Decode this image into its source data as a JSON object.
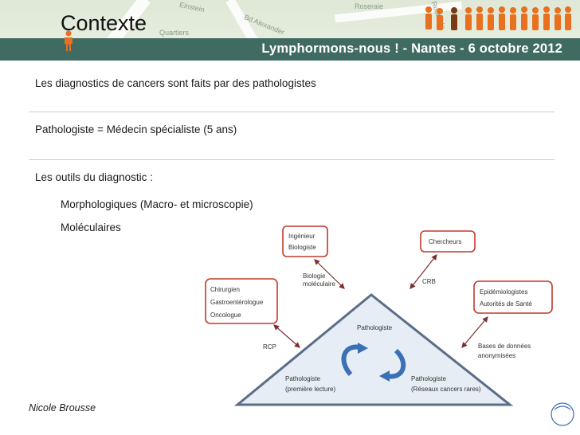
{
  "header": {
    "map_labels": [
      "Roseraie",
      "Einstein",
      "Bd Alexander",
      "Quartiers",
      "Route de"
    ],
    "slide_title": "Contexte",
    "banner": "Lymphormons-nous ! - Nantes - 6 octobre 2012",
    "accent_color": "#e8701e",
    "banner_color": "#3f6b62"
  },
  "body": {
    "line1": "Les diagnostics de cancers sont faits par des pathologistes",
    "line2": "Pathologiste = Médecin spécialiste (5 ans)",
    "line3": "Les outils du diagnostic :",
    "line4": "Morphologiques (Macro- et microscopie)",
    "line5": "Moléculaires"
  },
  "diagram": {
    "box_ingenieur": [
      "Ingénieur",
      "Biologiste"
    ],
    "box_chercheurs": "Chercheurs",
    "box_chirurgien": [
      "Chirurgien",
      "Gastroentérologue",
      "Oncologue"
    ],
    "box_epidemio": [
      "Epidémiologistes",
      "Autorités de Santé"
    ],
    "biologie": [
      "Biologie",
      "moléculaire"
    ],
    "crb": "CRB",
    "rcp": "RCP",
    "bases": [
      "Bases de données",
      "anonymisées"
    ],
    "apex": "Pathologiste",
    "left_corner": [
      "Pathologiste",
      "(première lecture)"
    ],
    "right_corner": [
      "Pathologiste",
      "(Réseaux cancers rares)"
    ],
    "box_border_color": "#c0392b",
    "arrow_color": "#3b6fb6"
  },
  "footer": {
    "author": "Nicole Brousse"
  }
}
